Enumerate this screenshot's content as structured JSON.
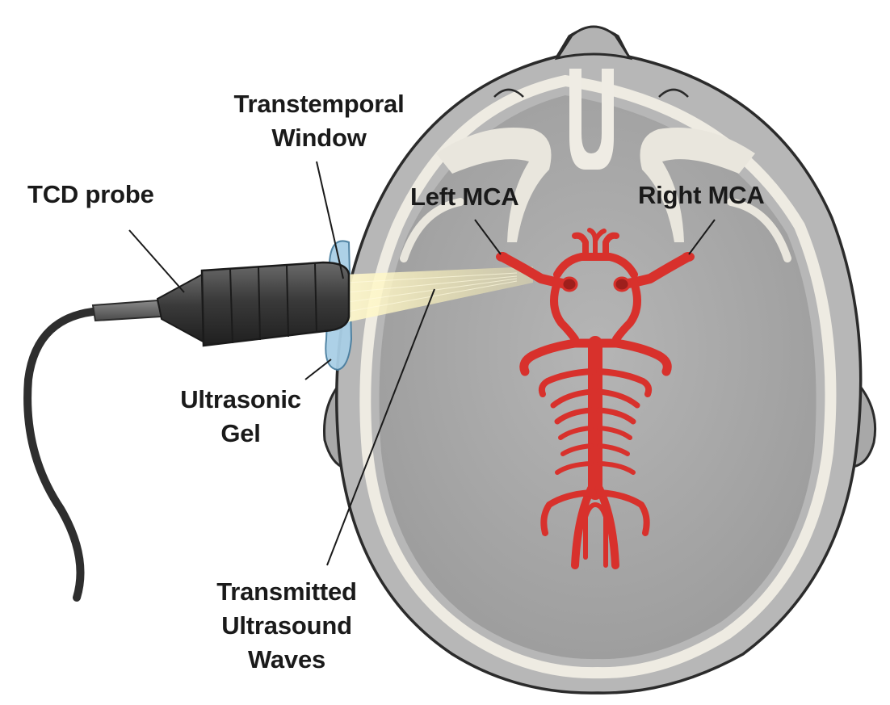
{
  "labels": {
    "tcd_probe": [
      "TCD probe"
    ],
    "transtemporal_window": [
      "Transtemporal",
      "Window"
    ],
    "left_mca": [
      "Left MCA"
    ],
    "right_mca": [
      "Right MCA"
    ],
    "ultrasonic_gel": [
      "Ultrasonic",
      "Gel"
    ],
    "transmitted_waves": [
      "Transmitted",
      "Ultrasound",
      "Waves"
    ]
  },
  "colors": {
    "skull_fill": "#b8b8b8",
    "brain_fill": "#a6a6a6",
    "bone_highlight": "#f1eee6",
    "outline": "#2b2b2b",
    "artery": "#d8312c",
    "artery_dark": "#9e1f1c",
    "probe_body": "#3b3b3b",
    "probe_cable": "#2e2e2e",
    "gel": "#a9cfe6",
    "beam": "#fff6c2",
    "text": "#1a1a1a"
  }
}
